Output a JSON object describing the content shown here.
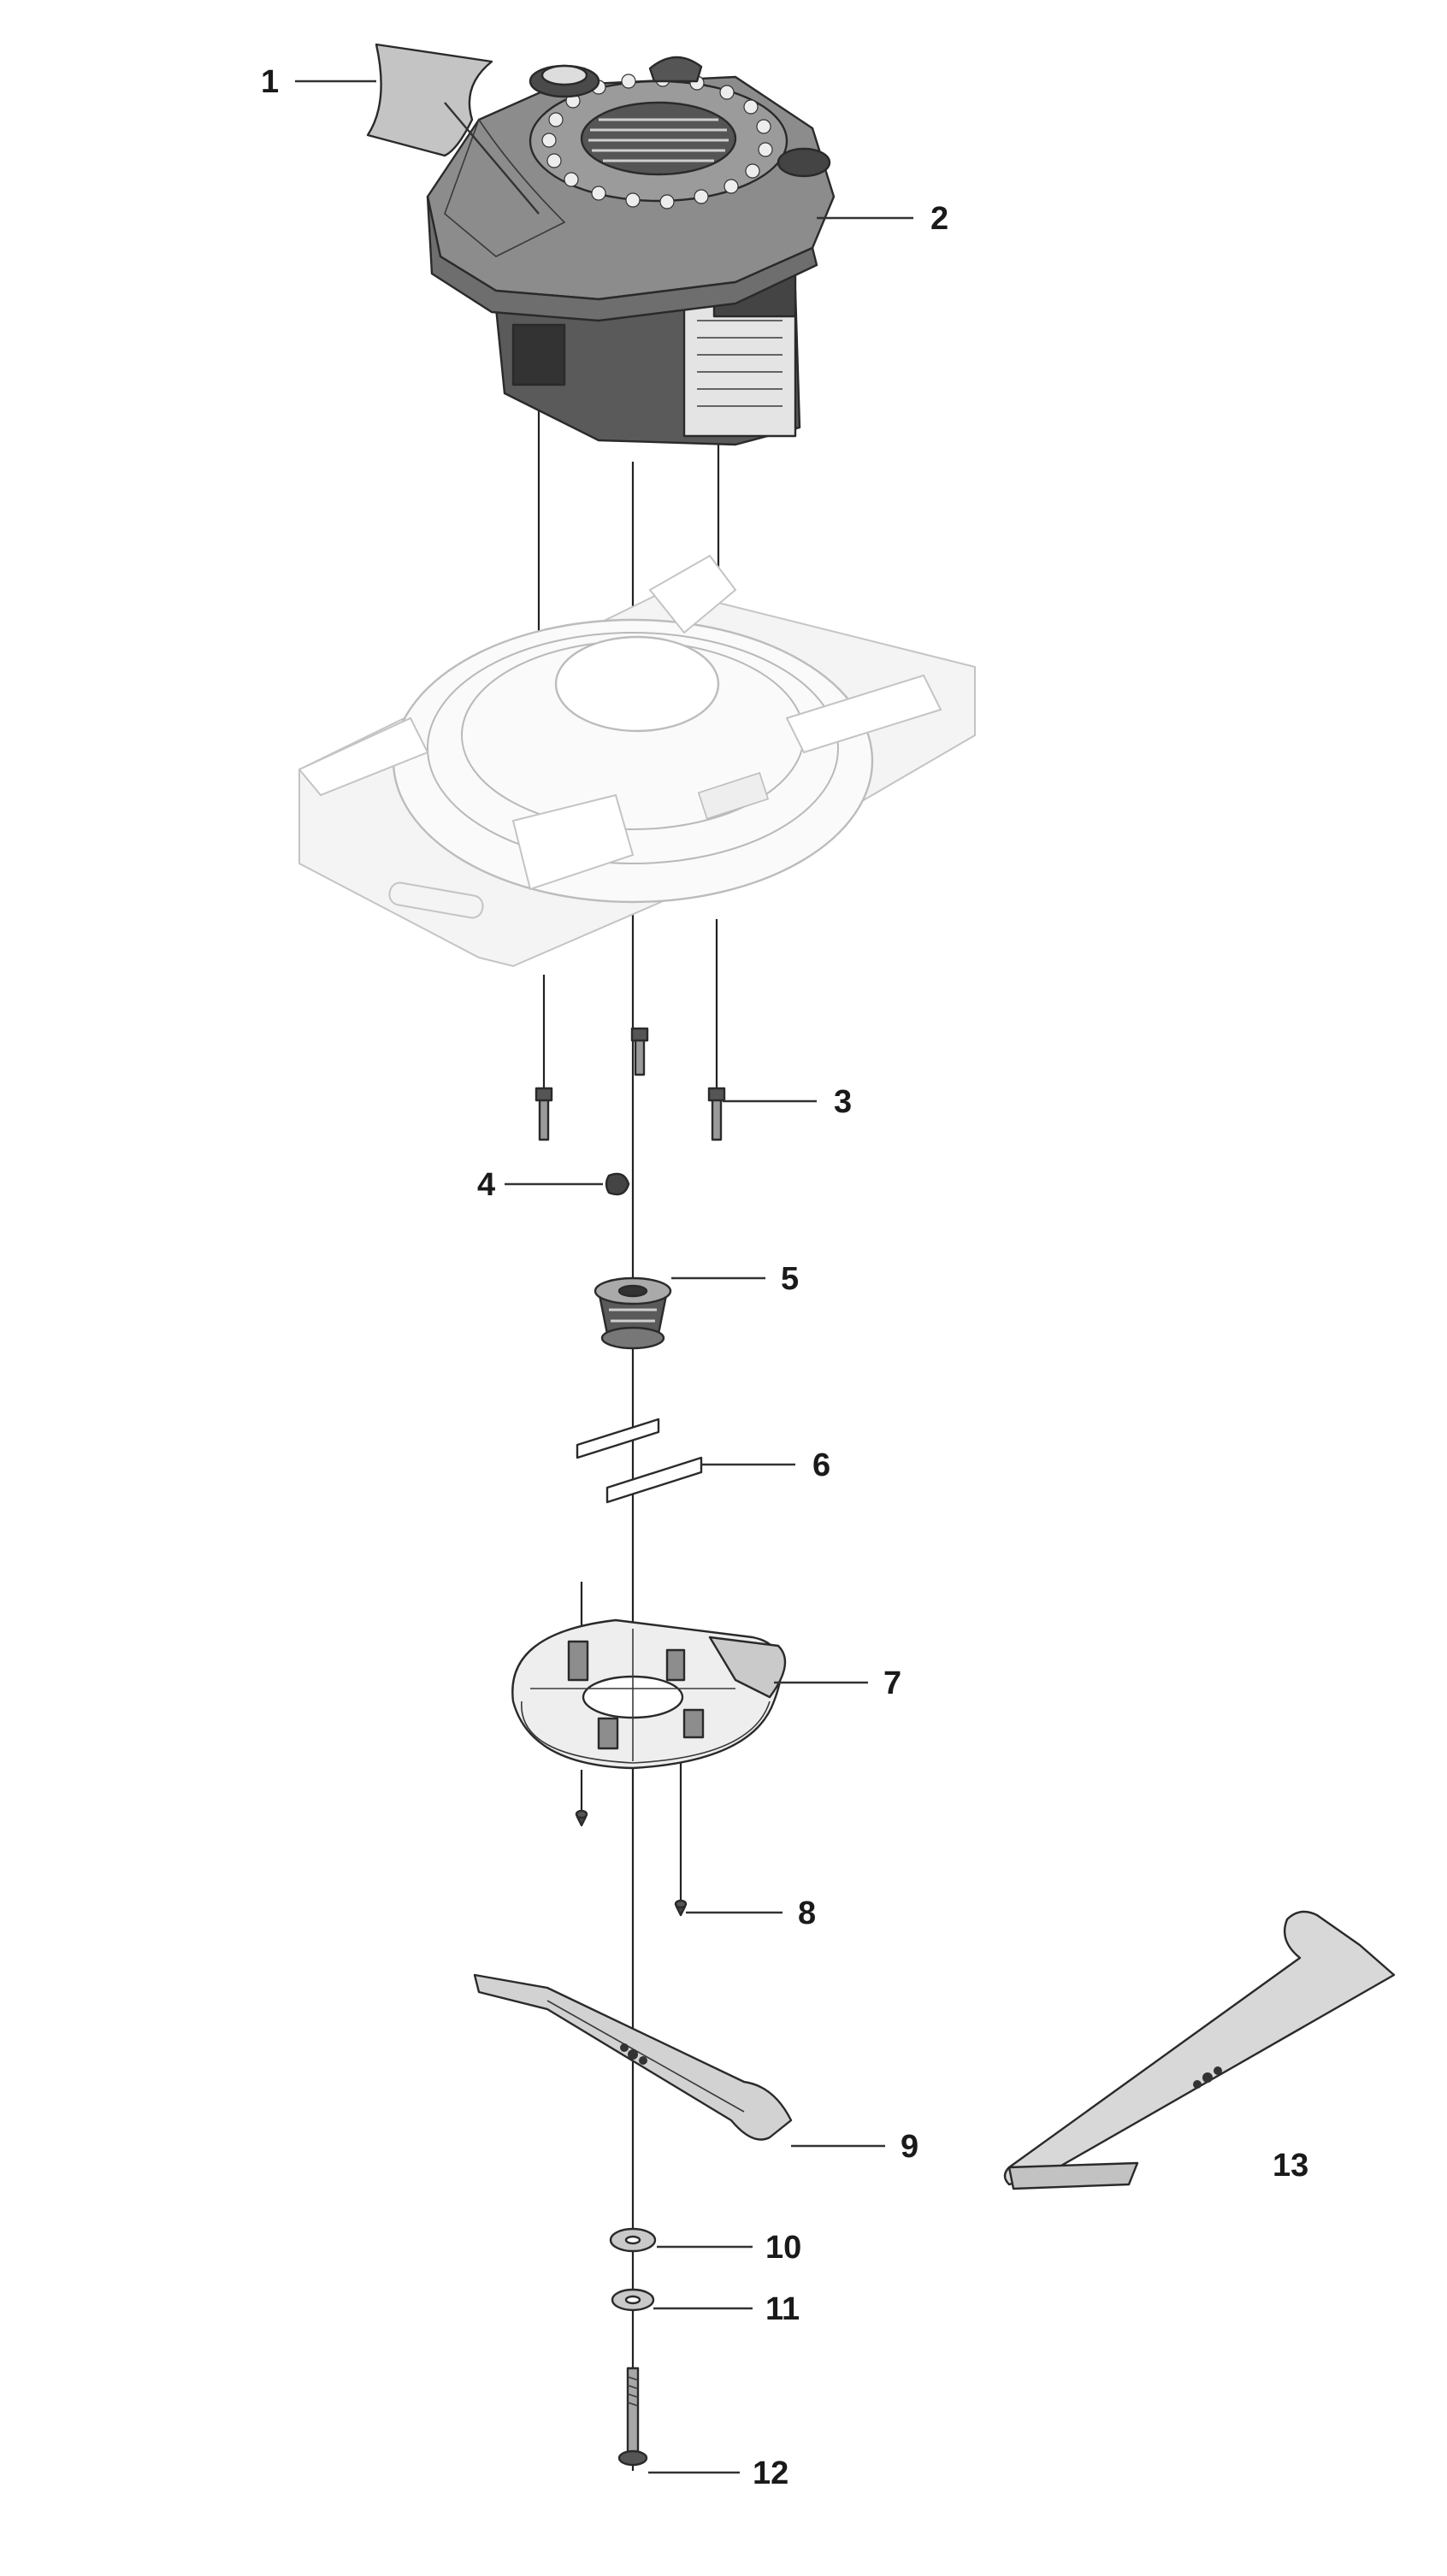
{
  "callouts": [
    {
      "id": "1",
      "label": "1"
    },
    {
      "id": "2",
      "label": "2"
    },
    {
      "id": "3",
      "label": "3"
    },
    {
      "id": "4",
      "label": "4"
    },
    {
      "id": "5",
      "label": "5"
    },
    {
      "id": "6",
      "label": "6"
    },
    {
      "id": "7",
      "label": "7"
    },
    {
      "id": "8",
      "label": "8"
    },
    {
      "id": "9",
      "label": "9"
    },
    {
      "id": "10",
      "label": "10"
    },
    {
      "id": "11",
      "label": "11"
    },
    {
      "id": "12",
      "label": "12"
    },
    {
      "id": "13",
      "label": "13"
    }
  ],
  "colors": {
    "engine_cover": "#8c8c8c",
    "engine_dark": "#3d3d3d",
    "deck": "#f4f4f4",
    "part_fill": "#d6d6d6",
    "ink": "#1a1a1a"
  }
}
